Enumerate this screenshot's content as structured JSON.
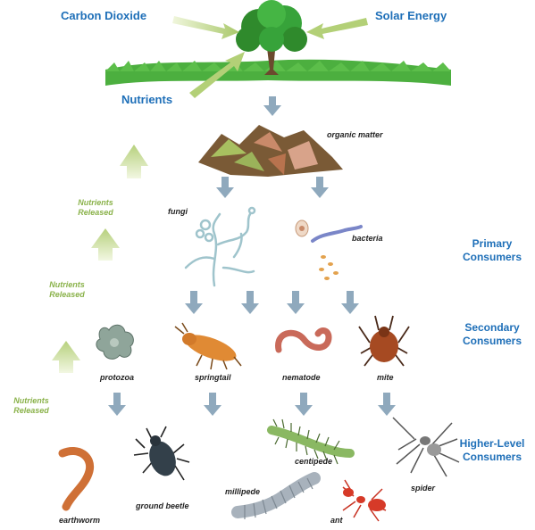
{
  "inputs": {
    "carbon_dioxide": "Carbon Dioxide",
    "solar_energy": "Solar Energy",
    "nutrients": "Nutrients"
  },
  "organic_matter": "organic matter",
  "levels": {
    "primary": [
      "Primary",
      "Consumers"
    ],
    "secondary": [
      "Secondary",
      "Consumers"
    ],
    "higher": [
      "Higher-Level",
      "Consumers"
    ]
  },
  "nutrients_released": [
    "Nutrients",
    "Released"
  ],
  "organisms": {
    "fungi": "fungi",
    "bacteria": "bacteria",
    "protozoa": "protozoa",
    "springtail": "springtail",
    "nematode": "nematode",
    "mite": "mite",
    "centipede": "centipede",
    "spider": "spider",
    "ground_beetle": "ground beetle",
    "millipede": "millipede",
    "earthworm": "earthworm",
    "ant": "ant"
  },
  "colors": {
    "label_blue": "#1e6fb8",
    "nutrient_green": "#8ab24a",
    "arrow_gray": "#8fa9bd"
  }
}
